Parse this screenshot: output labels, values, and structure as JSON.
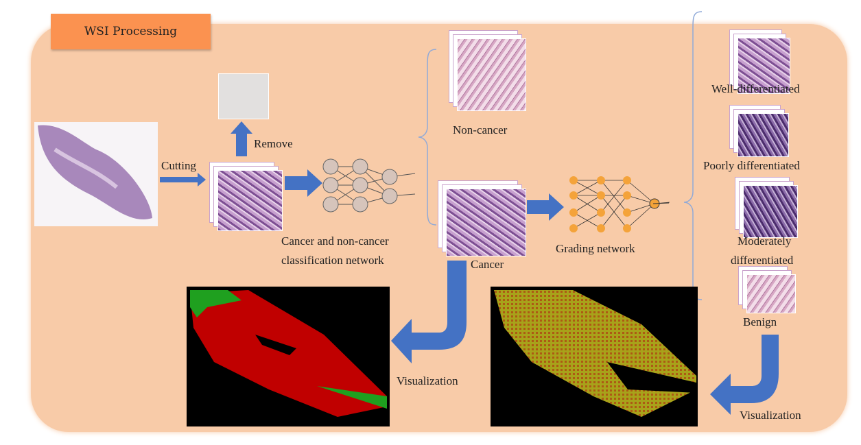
{
  "title": "WSI Processing",
  "labels": {
    "cutting": "Cutting",
    "remove": "Remove",
    "classification_line1": "Cancer and non-cancer",
    "classification_line2": "classification network",
    "non_cancer": "Non-cancer",
    "cancer": "Cancer",
    "grading": "Grading network",
    "well": "Well-differentiated",
    "poorly": "Poorly differentiated",
    "moderately_line1": "Moderately",
    "moderately_line2": "differentiated",
    "benign": "Benign",
    "visualization_left": "Visualization",
    "visualization_right": "Visualization"
  },
  "colors": {
    "panel": "#f8cba8",
    "title_bg": "#fb9250",
    "arrow": "#4472c4",
    "cancer_map": "#c00000",
    "noncancer_map": "#1fa01f",
    "grade_map": "#a8a21a"
  }
}
